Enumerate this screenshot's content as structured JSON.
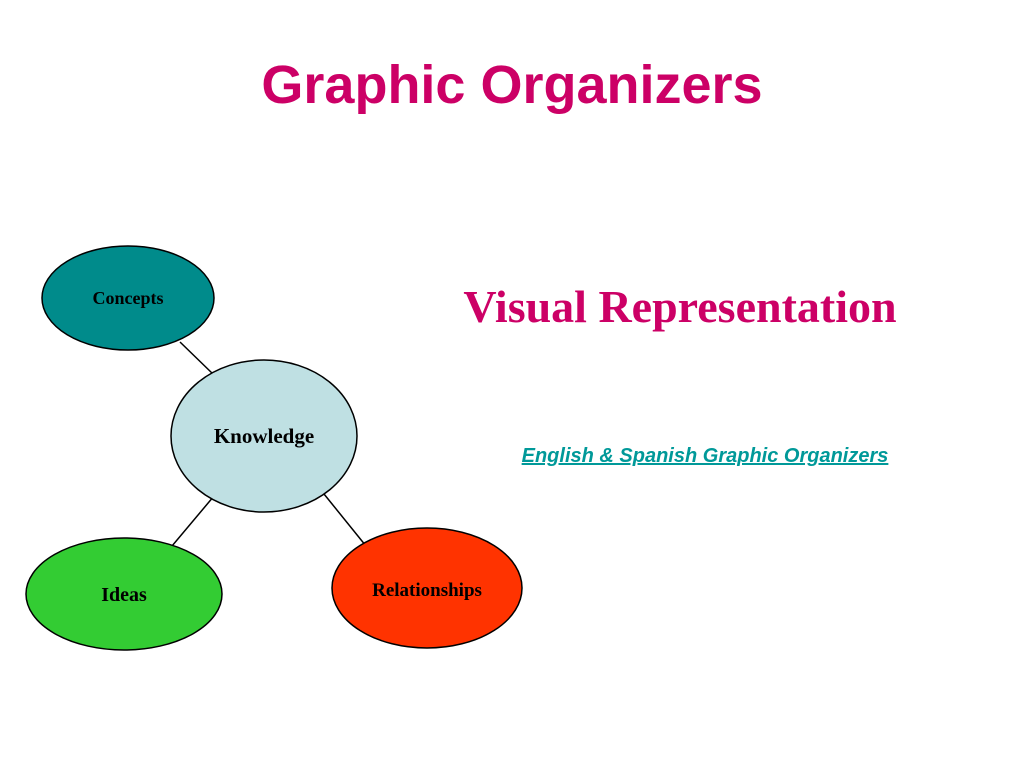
{
  "slide": {
    "title": "Graphic Organizers",
    "subtitle": "Visual Representation",
    "link_text": "English & Spanish Graphic Organizers"
  },
  "colors": {
    "title": "#cc0066",
    "subtitle": "#cc0066",
    "link": "#009999",
    "concepts_fill": "#008b8b",
    "knowledge_fill": "#bfe0e3",
    "ideas_fill": "#33cc33",
    "relationships_fill": "#ff3300",
    "outline": "#000000"
  },
  "diagram": {
    "center": {
      "label": "Knowledge"
    },
    "nodes": [
      {
        "id": "concepts",
        "label": "Concepts"
      },
      {
        "id": "ideas",
        "label": "Ideas"
      },
      {
        "id": "relationships",
        "label": "Relationships"
      }
    ]
  }
}
